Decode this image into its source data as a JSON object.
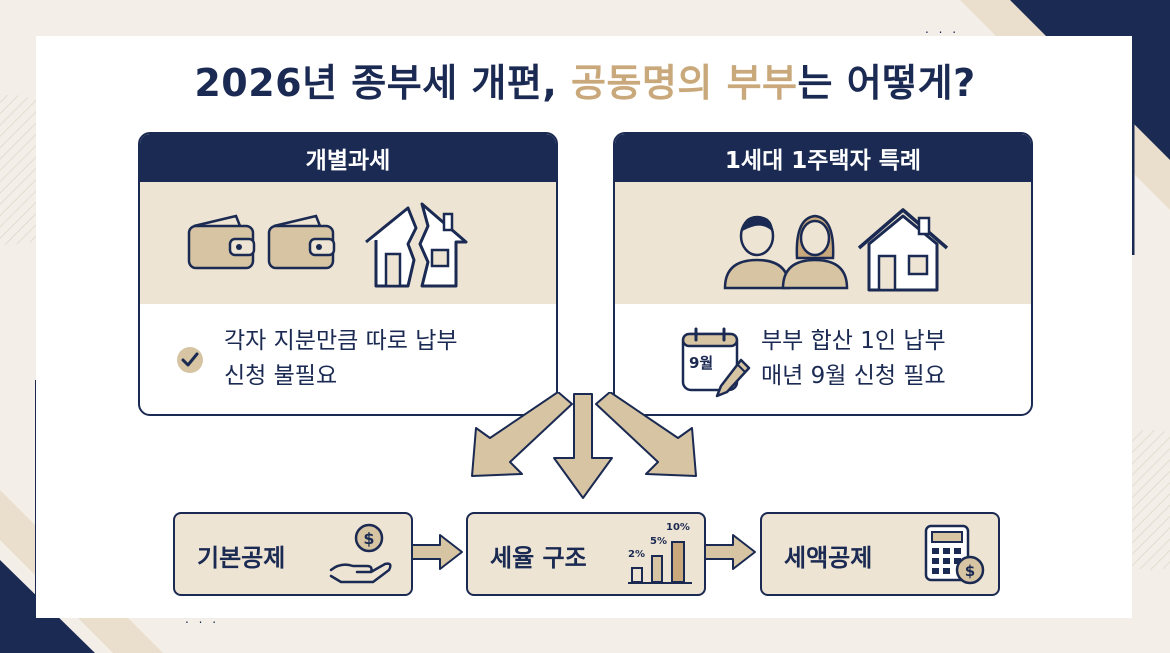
{
  "title": {
    "part1": "2026년 종부세 개편, ",
    "highlight": "공동명의 부부",
    "part2": "는 어떻게?"
  },
  "left_card": {
    "header": "개별과세",
    "line1": "각자 지분만큼 따로 납부",
    "line2": "신청 불필요"
  },
  "right_card": {
    "header": "1세대 1주택자 특례",
    "calendar_label": "9월",
    "line1": "부부 합산 1인 납부",
    "line2": "매년 9월 신청 필요"
  },
  "bottom_steps": [
    {
      "label": "기본공제"
    },
    {
      "label": "세율 구조",
      "bars": [
        "2%",
        "5%",
        "10%"
      ]
    },
    {
      "label": "세액공제"
    }
  ],
  "colors": {
    "navy": "#1b2a52",
    "beige": "#eee4d3",
    "gold": "#c9a97c",
    "arrow_fill": "#d6c4a3"
  },
  "icons": [
    "wallet-icon",
    "broken-house-icon",
    "couple-icon",
    "house-icon",
    "checkmark-icon",
    "calendar-icon",
    "pencil-icon",
    "hand-coin-icon",
    "bar-chart-icon",
    "calculator-icon",
    "arrow-right-icon",
    "arrow-down-icon"
  ]
}
